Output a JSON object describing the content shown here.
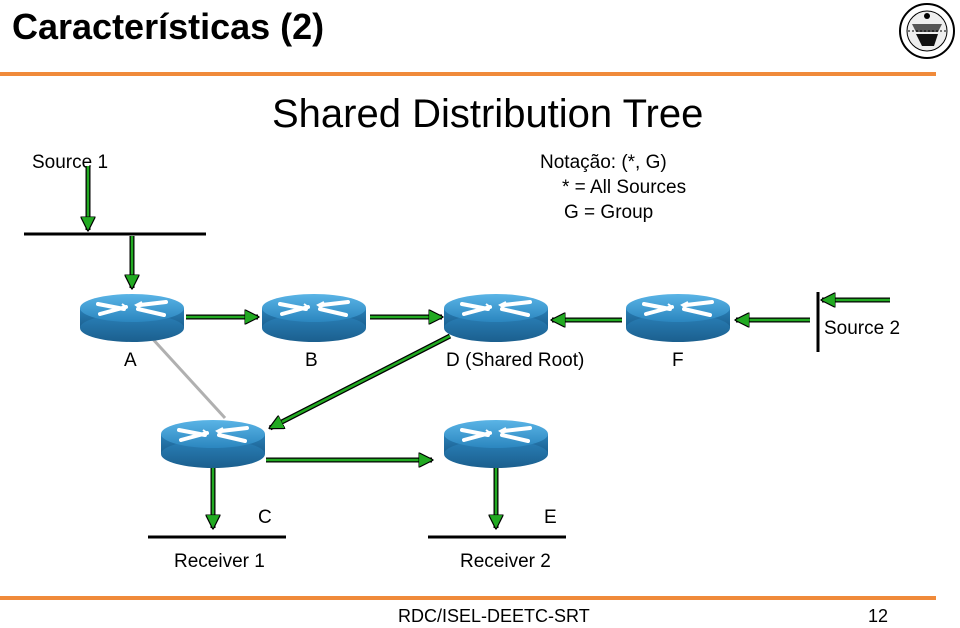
{
  "slide": {
    "title": "Características (2)",
    "diagram_title": "Shared Distribution Tree",
    "footer": "RDC/ISEL-DEETC-SRT",
    "page_number": "12"
  },
  "notation": {
    "line1": "Notação:  (*, G)",
    "line2": "* = All Sources",
    "line3": "G = Group"
  },
  "labels": {
    "source1": "Source 1",
    "source2": "Source 2",
    "router_a": "A",
    "router_b": "B",
    "router_d": "D (Shared Root)",
    "router_f": "F",
    "router_c": "C",
    "router_e": "E",
    "receiver1": "Receiver 1",
    "receiver2": "Receiver 2"
  },
  "colors": {
    "accent_rule": "#f08a3a",
    "router": "#2f8fc8",
    "arrow": "#22aa22",
    "link": "#bbbbbb"
  },
  "icons": {
    "router": "router-icon",
    "logo": "isel-logo-icon"
  }
}
